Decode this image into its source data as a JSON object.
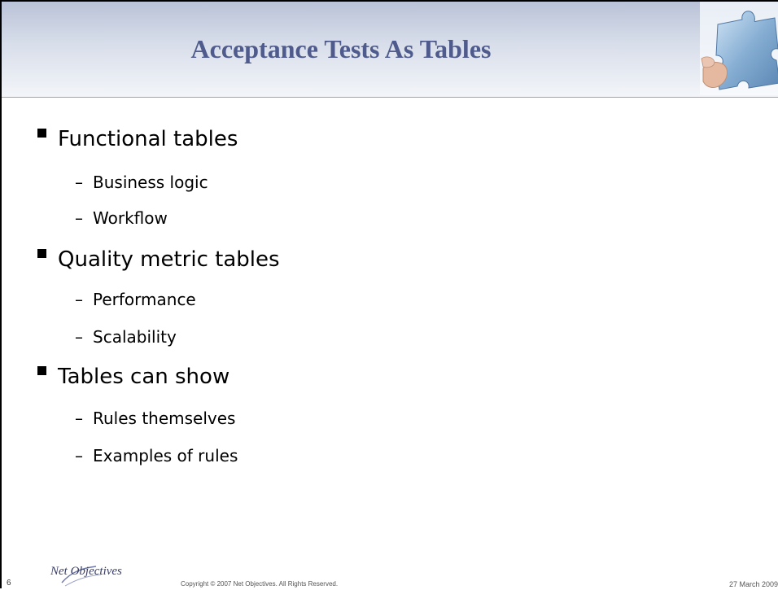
{
  "slide": {
    "title": "Acceptance Tests As Tables",
    "bullets": [
      {
        "text": "Functional tables",
        "sub": [
          "Business logic",
          "Workflow"
        ]
      },
      {
        "text": "Quality metric tables",
        "sub": [
          "Performance",
          "Scalability"
        ]
      },
      {
        "text": "Tables can show",
        "sub": [
          "Rules themselves",
          "Examples of rules"
        ]
      }
    ],
    "sub_marker": "–"
  },
  "footer": {
    "page_number": "6",
    "logo_text": "Net Objectives",
    "copyright": "Copyright © 2007 Net Objectives. All Rights Reserved.",
    "date": "27 March 2009"
  }
}
